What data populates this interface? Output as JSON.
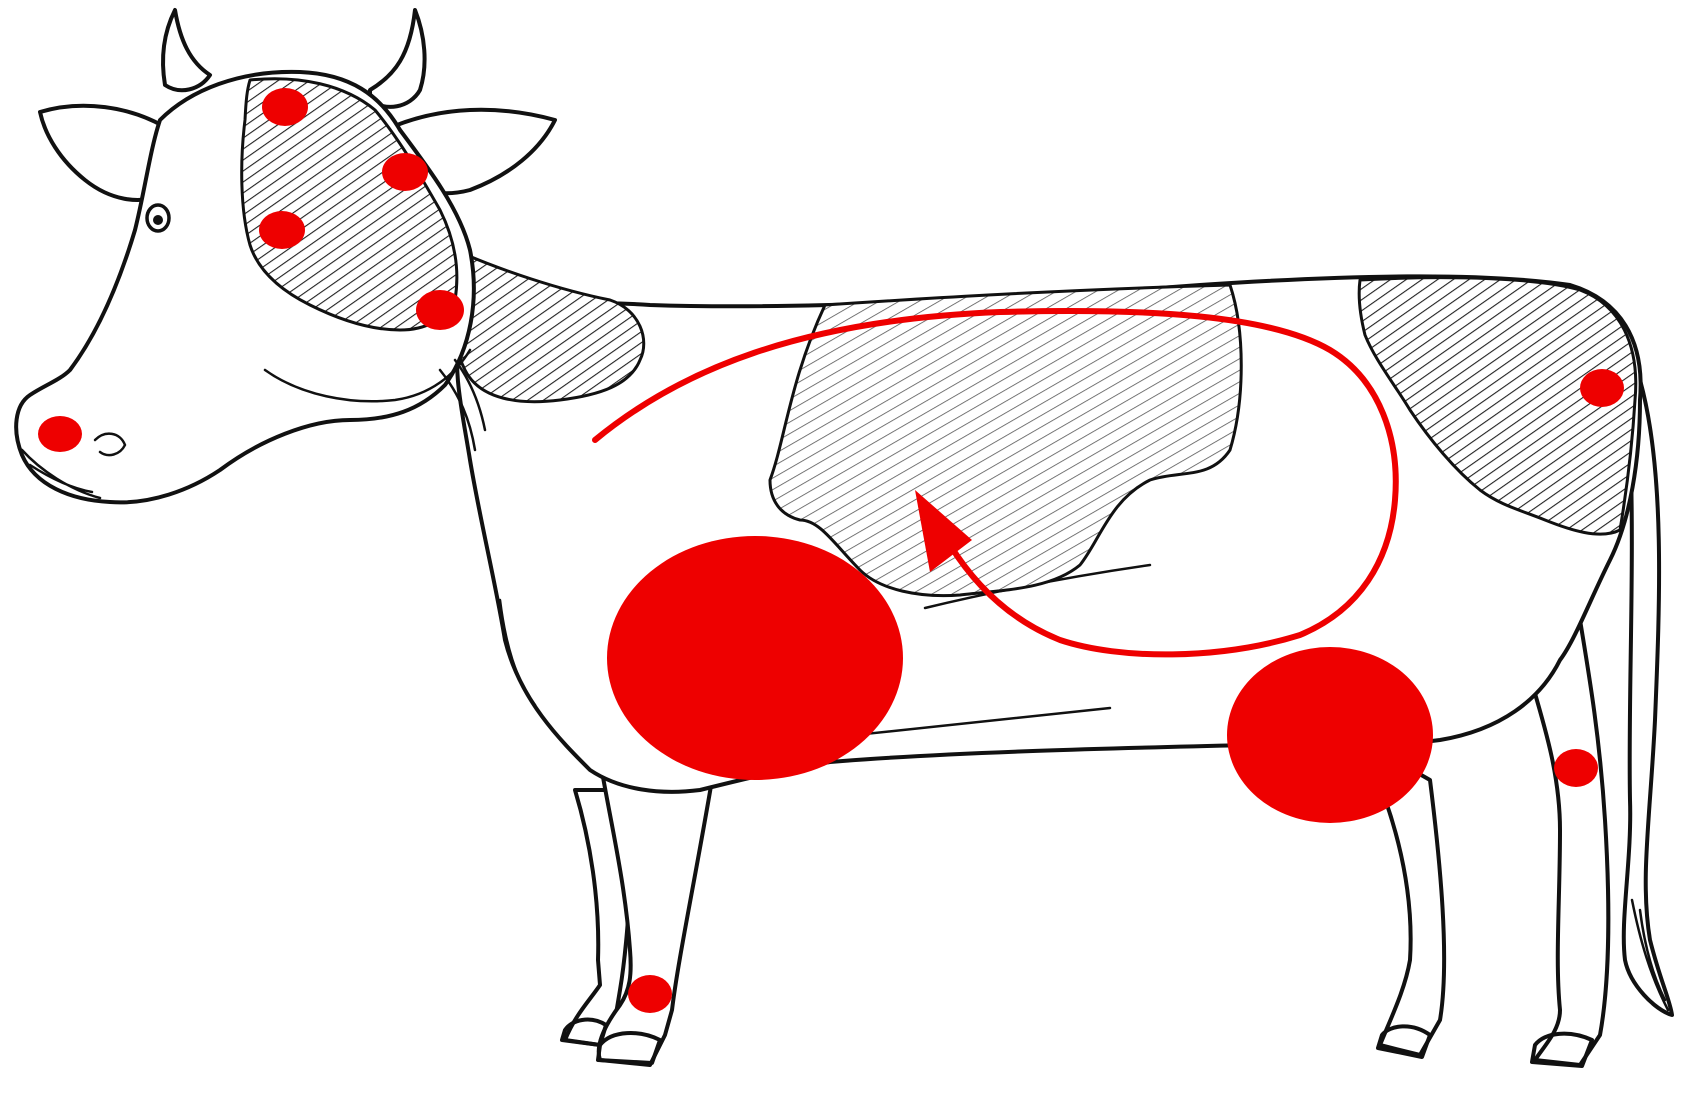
{
  "colors": {
    "marker": "#ee0000",
    "outline": "#111111",
    "hatch": "#222222",
    "background": "#ffffff"
  },
  "diagram": {
    "subject": "cow-line-drawing",
    "markers": [
      {
        "name": "forehead-marker",
        "size": "small"
      },
      {
        "name": "ear-base-marker",
        "size": "small"
      },
      {
        "name": "cheek-marker",
        "size": "small"
      },
      {
        "name": "jaw-marker",
        "size": "small"
      },
      {
        "name": "muzzle-marker",
        "size": "small"
      },
      {
        "name": "front-hoof-marker",
        "size": "small"
      },
      {
        "name": "rump-marker",
        "size": "small"
      },
      {
        "name": "hock-marker",
        "size": "small"
      },
      {
        "name": "shoulder-marker",
        "size": "large"
      },
      {
        "name": "flank-marker",
        "size": "large"
      }
    ],
    "arrow": {
      "name": "circulation-arrow",
      "direction": "clockwise-loop"
    }
  }
}
